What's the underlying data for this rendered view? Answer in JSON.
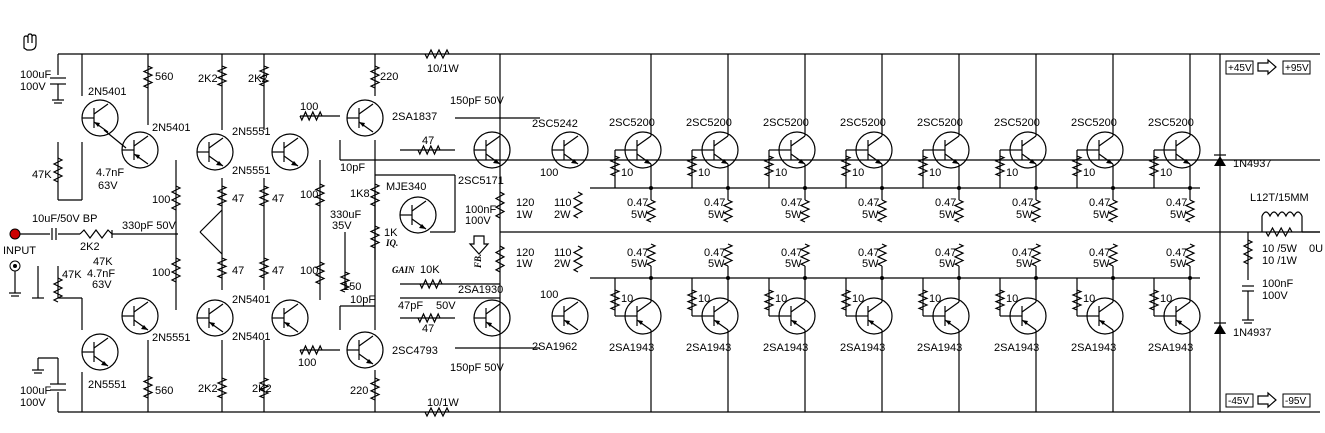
{
  "rails": {
    "top_label": "+45V",
    "top_alt": "+95V",
    "bottom_label": "-45V",
    "bottom_alt": "-95V",
    "top_resistor": "10/1W",
    "bottom_resistor": "10/1W"
  },
  "input": {
    "label": "INPUT",
    "cap": "10uF/50V BP",
    "r_series": "2K2",
    "cap_filter": "330pF 50V",
    "r_bias": "47K",
    "c_bias": "4.7nF",
    "c_bias_v": "63V",
    "r_100": "100"
  },
  "front_top": {
    "cap": "100uF",
    "cap_v": "100V",
    "t1": "2N5401",
    "t2": "2N5401",
    "r560": "560",
    "r47k": "47K",
    "cap2": "4.7nF",
    "cap2_v": "63V",
    "r100": "100"
  },
  "front_bottom": {
    "cap": "100uF",
    "cap_v": "100V",
    "t1": "2N5551",
    "t2": "2N5551",
    "r560": "560",
    "r47k": "47K",
    "cap2": "4.7nF",
    "cap2_v": "63V"
  },
  "diff": {
    "r2k2a": "2K2",
    "r2k2b": "2K2",
    "t_top_a": "2N5551",
    "t_top_b": "2N5551",
    "t_bot_a": "2N5401",
    "t_bot_b": "2N5401",
    "r47": "47",
    "r100": "100",
    "r2k2c": "2K2",
    "r2k2d": "2K2"
  },
  "vas": {
    "t_top": "2SA1837",
    "t_bot": "2SC4793",
    "r220_top": "220",
    "r220_bot": "220",
    "r100_top": "100",
    "r100_bot": "100",
    "c10p_top": "10pF",
    "c10p_bot": "10pF",
    "r100_mid": "100",
    "cap330": "330uF",
    "cap330_v": "35V",
    "r150": "150"
  },
  "bias": {
    "r1k8": "1K8",
    "r1k": "1K",
    "iq": "IQ.",
    "trans": "MJE340",
    "c100n": "100nF",
    "c100n_v": "100V"
  },
  "gain": {
    "label": "GAIN",
    "r10k": "10K",
    "c47p": "47pF",
    "c47p_v": "50V"
  },
  "drivers": {
    "pre_top": "2SC5171",
    "pre_bot": "2SA1930",
    "r47a": "47",
    "r47b": "47",
    "c150_top": "150pF 50V",
    "c150_bot": "150pF 50V",
    "fb": "FB."
  },
  "driver2": {
    "top": "2SC5242",
    "bot": "2SA1962",
    "r100a": "100",
    "r100b": "100",
    "r120a": "120",
    "r120a_w": "1W",
    "r120b": "120",
    "r120b_w": "1W",
    "r110a": "110",
    "r110a_w": "2W",
    "r110b": "110",
    "r110b_w": "2W"
  },
  "outputs": {
    "npn": [
      "2SC5200",
      "2SC5200",
      "2SC5200",
      "2SC5200",
      "2SC5200",
      "2SC5200",
      "2SC5200",
      "2SC5200"
    ],
    "pnp": [
      "2SA1943",
      "2SA1943",
      "2SA1943",
      "2SA1943",
      "2SA1943",
      "2SA1943",
      "2SA1943",
      "2SA1943"
    ],
    "base_r": "10",
    "emitter_r": "0.47",
    "emitter_w": "5W"
  },
  "output_stage": {
    "diode_top": "1N4937",
    "diode_bot": "1N4937",
    "coil": "L12T/15MM",
    "r_coil": "10 /5W",
    "r_zobel": "10 /1W",
    "c_zobel": "100nF",
    "c_zobel_v": "100V",
    "out": "0U"
  }
}
